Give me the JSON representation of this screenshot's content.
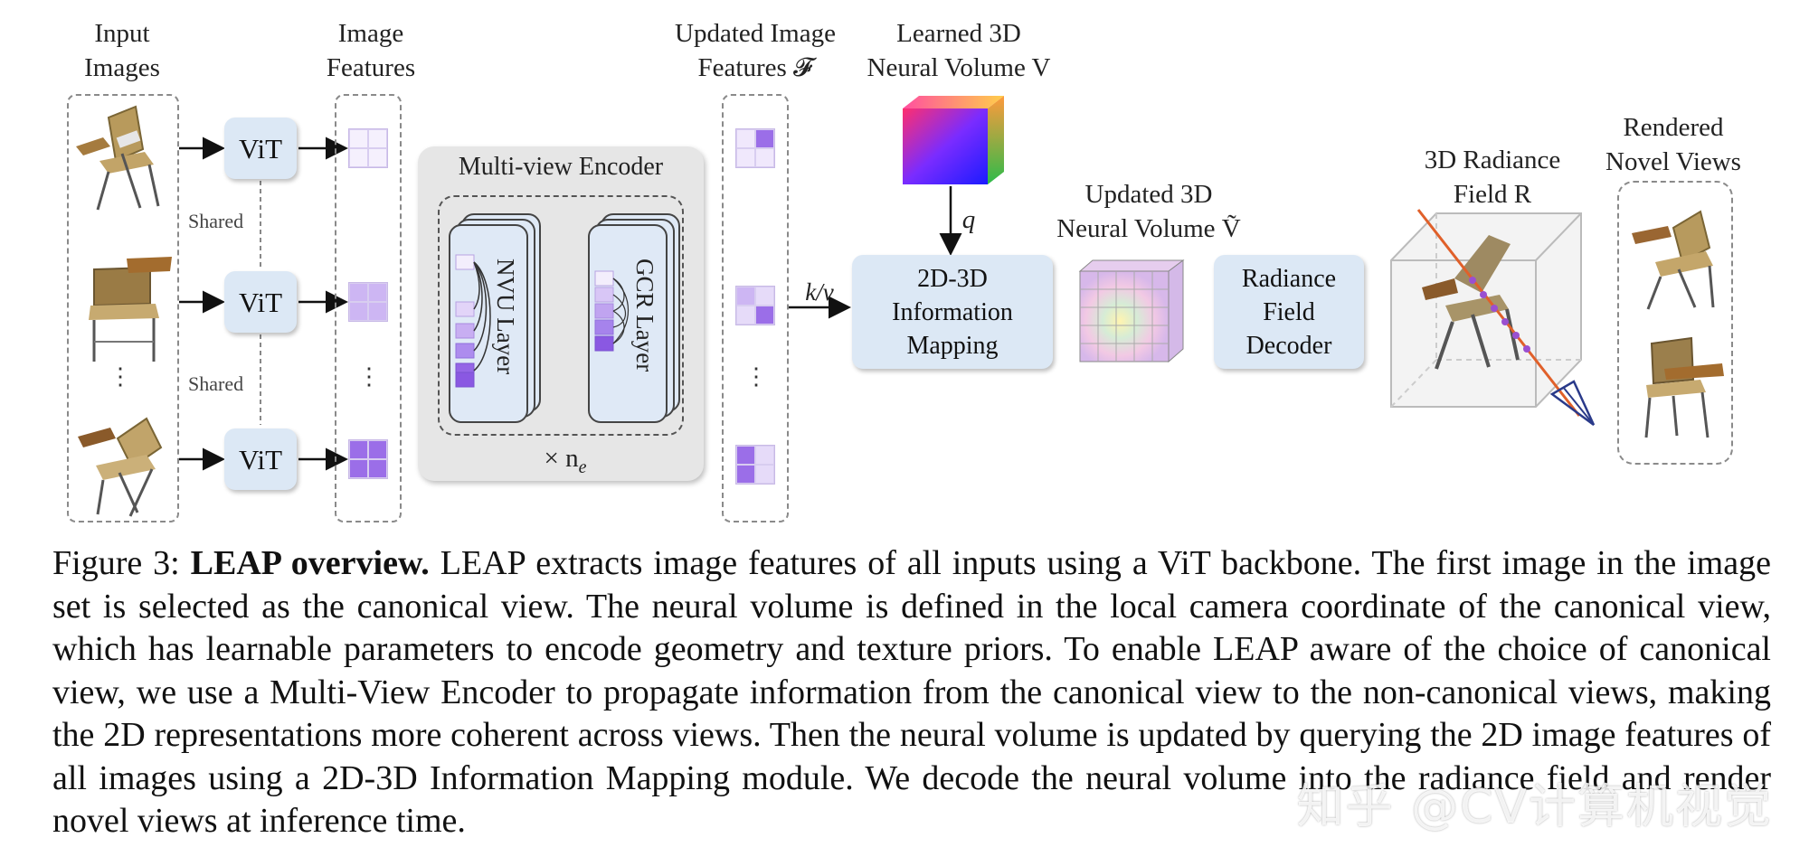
{
  "figure": {
    "col_input_label": "Input\nImages",
    "col_features_label": "Image\nFeatures",
    "col_updated_features_label": "Updated Image\nFeatures 𝓕",
    "learned_volume_label": "Learned 3D\nNeural Volume V",
    "updated_volume_label": "Updated 3D\nNeural Volume Ṽ",
    "radiance_field_label": "3D Radiance\nField R",
    "rendered_views_label": "Rendered\nNovel Views",
    "vit_label": "ViT",
    "shared_label": "Shared",
    "ellipsis": "⋮",
    "multiview_encoder_label": "Multi-view Encoder",
    "nvu_layer_label": "NVU Layer",
    "gcr_layer_label": "GCR Layer",
    "repeat_label_prefix": "× n",
    "repeat_label_sub": "e",
    "kv_label": "k/v",
    "q_label": "q",
    "mapping_label": "2D-3D\nInformation\nMapping",
    "decoder_label": "Radiance\nField\nDecoder"
  },
  "caption": {
    "fig_num": "Figure 3:",
    "title": "LEAP overview.",
    "body": "LEAP extracts image features of all inputs using a ViT backbone. The first image in the image set is selected as the canonical view. The neural volume is defined in the local camera coordinate of the canonical view, which has learnable parameters to encode geometry and texture priors. To enable LEAP aware of the choice of canonical view, we use a Multi-View Encoder to propagate information from the canonical view to the non-canonical views, making the 2D representations more coherent across views. Then the neural volume is updated by querying the 2D image features of all images using a 2D-3D Information Mapping module. We decode the neural volume into the radiance field and render novel views at inference time."
  },
  "watermark": "知乎 @CV计算机视觉",
  "colors": {
    "box_blue": "#dce8f5",
    "feature_purple": "#9b6ee8",
    "feature_light": "#efe7fb",
    "dash_gray": "#8a8a8a"
  },
  "icons": [
    "chair-image",
    "arrow-right-icon",
    "feature-grid-icon",
    "neural-volume-cube-icon",
    "radiance-field-cube-icon",
    "camera-frustum-icon"
  ]
}
